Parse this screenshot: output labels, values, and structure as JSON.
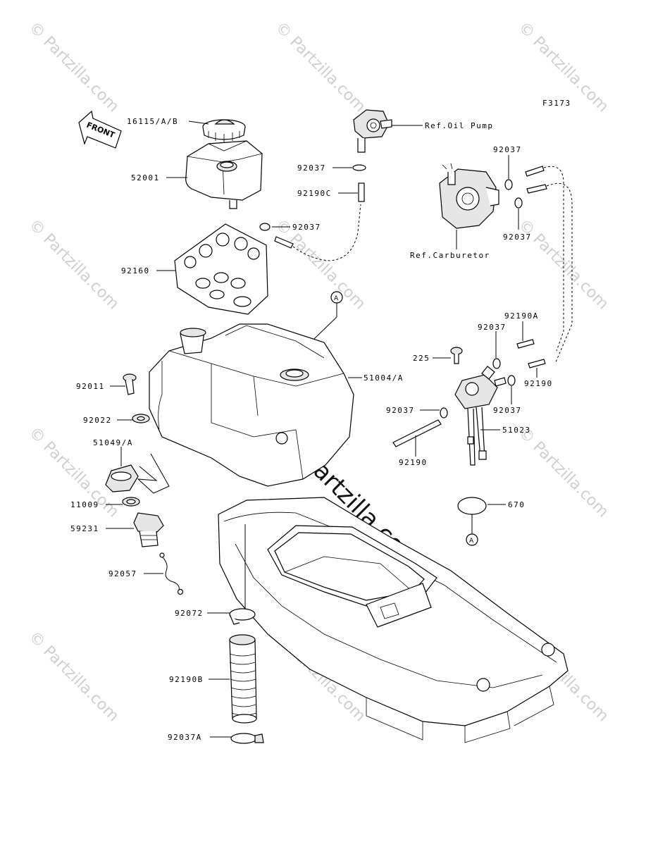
{
  "diagram": {
    "figure_code": "F3173",
    "front_label": "FRONT",
    "watermark": "© Partzilla.com",
    "center_watermark": "© Partzilla.com",
    "callouts": {
      "c16115": "16115/A/B",
      "c52001": "52001",
      "c92160": "92160",
      "c92037_oil": "92037",
      "c92037_mid": "92037",
      "c92190c": "92190C",
      "ref_oil_pump": "Ref.Oil Pump",
      "ref_carburetor": "Ref.Carburetor",
      "c92037_tr1": "92037",
      "c92037_tr2": "92037",
      "c92190a": "92190A",
      "c92037_r3": "92037",
      "c225": "225",
      "c92190_r": "92190",
      "c92037_r4": "92037",
      "c92037_r5": "92037",
      "c51023": "51023",
      "c92190_b": "92190",
      "c670": "670",
      "c51004": "51004/A",
      "c92011": "92011",
      "c92022": "92022",
      "c51049": "51049/A",
      "c11009": "11009",
      "c59231": "59231",
      "c92057": "92057",
      "c92072": "92072",
      "c92190b": "92190B",
      "c92037a": "92037A",
      "ref_a_top": "A",
      "ref_a_bottom": "A"
    }
  }
}
